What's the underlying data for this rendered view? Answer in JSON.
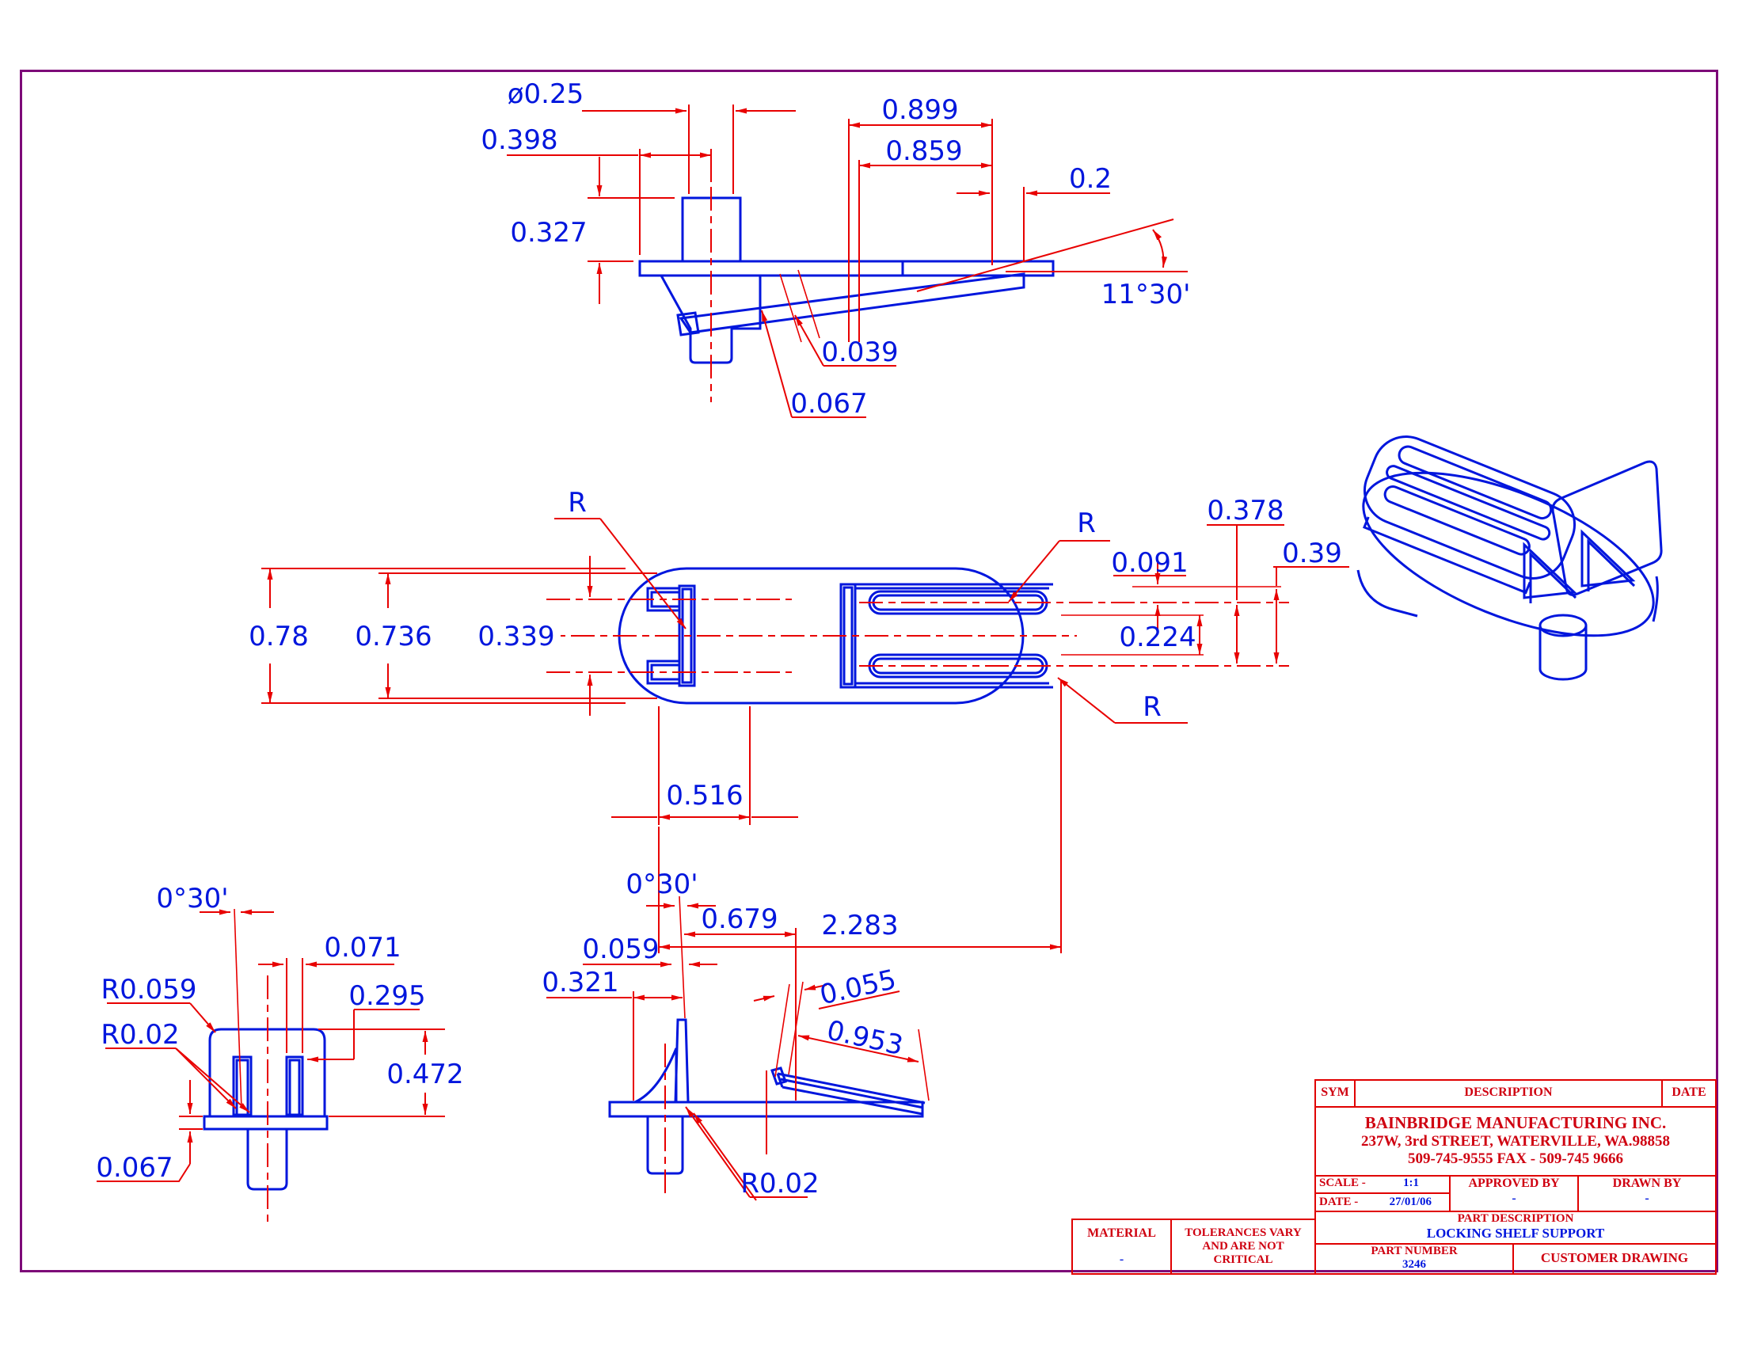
{
  "drawing": {
    "type": "engineering-customer-drawing",
    "units_note": "inch dimensions",
    "colors": {
      "geometry": "#0016dd",
      "dimension_lines": "#e80000",
      "dimension_text": "#0016dd",
      "title_text_red": "#cf0010",
      "title_text_blue": "#0016dd",
      "page_border": "#7d0a78",
      "background": "#ffffff"
    }
  },
  "dims": {
    "top": {
      "dia": "ø0.25",
      "w398": "0.398",
      "h327": "0.327",
      "w899": "0.899",
      "w859": "0.859",
      "w02": "0.2",
      "ang": "11°30'",
      "t039": "0.039",
      "t067": "0.067"
    },
    "plan": {
      "r_left": "R",
      "r_right": "R",
      "r_bottom": "R",
      "h78": "0.78",
      "h736": "0.736",
      "h339": "0.339",
      "s091": "0.091",
      "s224": "0.224",
      "s378": "0.378",
      "s39": "0.39",
      "w516": "0.516",
      "w2283": "2.283"
    },
    "end": {
      "ang": "0°30'",
      "w071": "0.071",
      "r059": "R0.059",
      "r02": "R0.02",
      "w295": "0.295",
      "h472": "0.472",
      "h067": "0.067"
    },
    "side": {
      "ang": "0°30'",
      "w679": "0.679",
      "w059": "0.059",
      "w321": "0.321",
      "t055": "0.055",
      "l953": "0.953",
      "r02": "R0.02"
    }
  },
  "title_block": {
    "sym": "SYM",
    "description": "DESCRIPTION",
    "date": "DATE",
    "company_line1": "BAINBRIDGE MANUFACTURING INC.",
    "company_line2": "237W, 3rd STREET, WATERVILLE, WA.98858",
    "company_line3": "509-745-9555 FAX - 509-745 9666",
    "scale_label": "SCALE -",
    "scale_value": "1:1",
    "approved_label": "APPROVED BY",
    "approved_value": "-",
    "drawn_label": "DRAWN BY",
    "drawn_value": "-",
    "date_label": "DATE -",
    "date_value": "27/01/06",
    "part_desc_label": "PART DESCRIPTION",
    "part_desc_value": "LOCKING SHELF SUPPORT",
    "part_number_label": "PART NUMBER",
    "part_number_value": "3246",
    "customer_drawing": "CUSTOMER DRAWING",
    "material_label": "MATERIAL",
    "material_value": "-",
    "tolerances_line1": "TOLERANCES VARY",
    "tolerances_line2": "AND ARE NOT",
    "tolerances_line3": "CRITICAL"
  }
}
